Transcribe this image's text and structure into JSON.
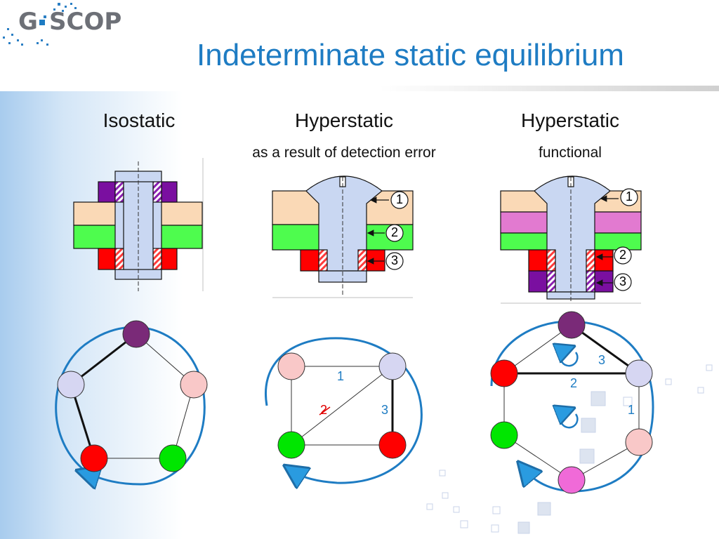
{
  "slide": {
    "title": "Indeterminate static equilibrium",
    "logo_text": "G SCOP"
  },
  "columns": [
    {
      "heading": "Isostatic",
      "subheading": ""
    },
    {
      "heading": "Hyperstatic",
      "subheading": "as a result of detection error"
    },
    {
      "heading": "Hyperstatic",
      "subheading": "functional"
    }
  ],
  "callouts": {
    "middle": [
      "1",
      "2",
      "3"
    ],
    "right": [
      "1",
      "2",
      "3"
    ]
  },
  "graph_labels": {
    "middle": {
      "top_edge": "1",
      "diagonal": "2",
      "right_edge": "3"
    },
    "right": {
      "loop_top": "3",
      "middle_edge": "2",
      "loop_bottom": "1"
    }
  },
  "colors": {
    "title_blue": "#1e7cc3",
    "beige": "#fad9b6",
    "green": "#4efc4e",
    "red": "#ff0000",
    "purple": "#7a0fa0",
    "magenta": "#e27ad0",
    "screw_blue": "#c9d7f2",
    "arrow_blue": "#1e7cc3"
  }
}
